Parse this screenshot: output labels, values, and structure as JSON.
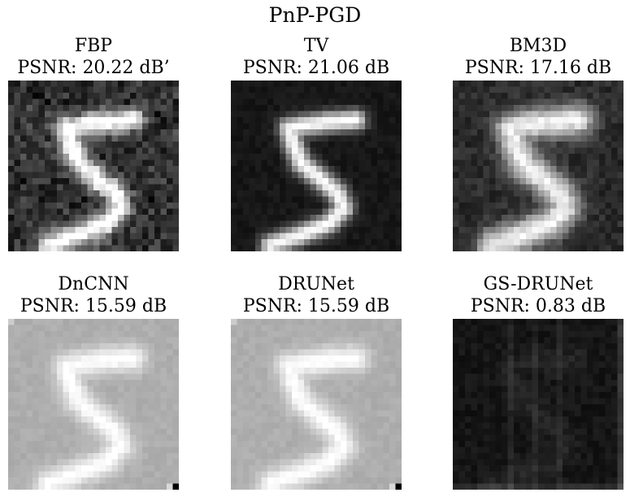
{
  "figure": {
    "title": "PnP-PGD"
  },
  "panels": [
    {
      "method": "FBP",
      "psnr": "PSNR: 20.22 dB’",
      "style": "noisy",
      "seed": 11
    },
    {
      "method": "TV",
      "psnr": "PSNR: 21.06 dB",
      "style": "tv",
      "seed": 23
    },
    {
      "method": "BM3D",
      "psnr": "PSNR: 17.16 dB",
      "style": "blurred",
      "seed": 37
    },
    {
      "method": "DnCNN",
      "psnr": "PSNR: 15.59 dB",
      "style": "gray",
      "seed": 41
    },
    {
      "method": "DRUNet",
      "psnr": "PSNR: 15.59 dB",
      "style": "gray",
      "seed": 53
    },
    {
      "method": "GS-DRUNet",
      "psnr": "PSNR: 0.83 dB",
      "style": "dark",
      "seed": 67
    }
  ]
}
